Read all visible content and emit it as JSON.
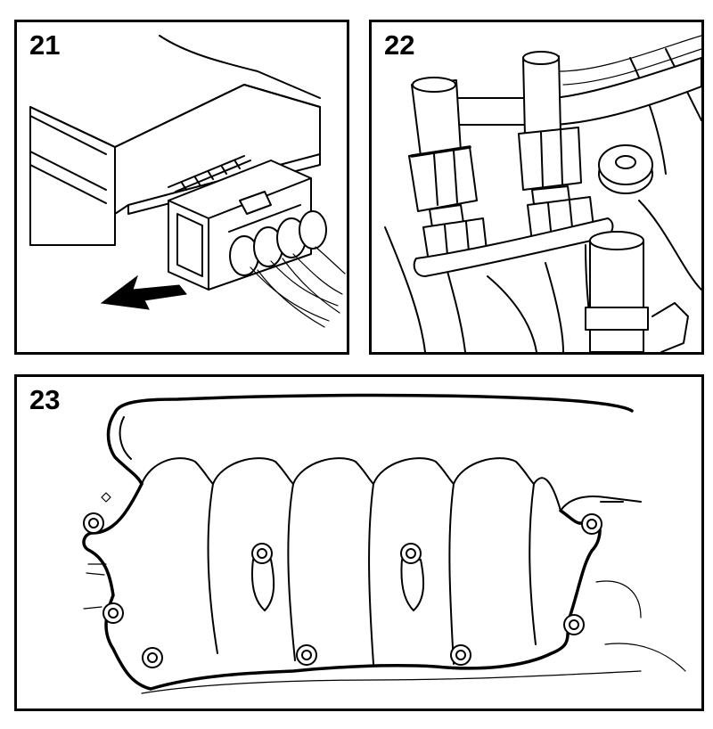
{
  "figures": [
    {
      "number": "21"
    },
    {
      "number": "22"
    },
    {
      "number": "23"
    }
  ]
}
